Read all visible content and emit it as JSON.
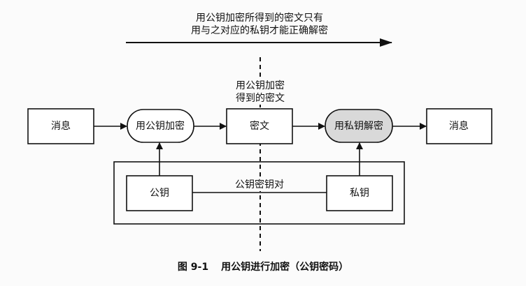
{
  "top_note": {
    "line1": "用公钥加密所得到的密文只有",
    "line2": "用与之对应的私钥才能正确解密"
  },
  "mid_note": {
    "line1": "用公钥加密",
    "line2": "得到的密文"
  },
  "nodes": {
    "message_in": "消息",
    "encrypt": "用公钥加密",
    "ciphertext": "密文",
    "decrypt": "用私钥解密",
    "message_out": "消息",
    "public_key": "公钥",
    "private_key": "私钥"
  },
  "key_pair_label": "公钥密钥对",
  "caption": {
    "number": "图 9-1",
    "title": "用公钥进行加密（公钥密码）"
  },
  "colors": {
    "stroke": "#111111",
    "decrypt_fill": "#d9d9d9"
  }
}
